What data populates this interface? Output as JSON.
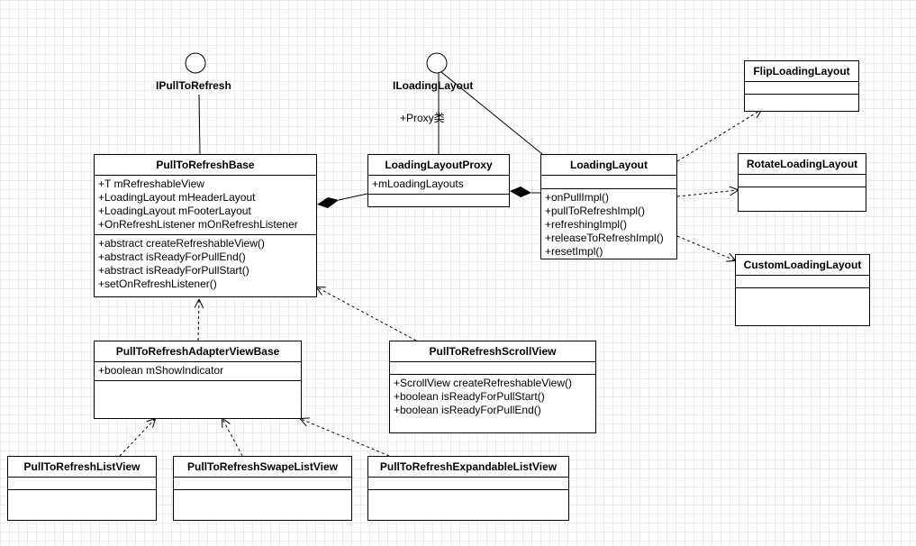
{
  "interfaces": [
    {
      "id": "ipulltorefresh",
      "name": "IPullToRefresh"
    },
    {
      "id": "iloadinglayout",
      "name": "ILoadingLayout"
    }
  ],
  "association_labels": {
    "proxy": "+Proxy类"
  },
  "classes": [
    {
      "id": "pulltorefreshbase",
      "name": "PullToRefreshBase",
      "attributes": [
        "+T mRefreshableView",
        "+LoadingLayout mHeaderLayout",
        "+LoadingLayout mFooterLayout",
        "+OnRefreshListener mOnRefreshListener"
      ],
      "operations": [
        "+abstract createRefreshableView()",
        "+abstract isReadyForPullEnd()",
        "+abstract isReadyForPullStart()",
        "+setOnRefreshListener()"
      ]
    },
    {
      "id": "loadinglayoutproxy",
      "name": "LoadingLayoutProxy",
      "attributes": [
        "+mLoadingLayouts"
      ],
      "operations": []
    },
    {
      "id": "loadinglayout",
      "name": "LoadingLayout",
      "attributes": [],
      "operations": [
        "+onPullImpl()",
        "+pullToRefreshImpl()",
        "+refreshingImpl()",
        "+releaseToRefreshImpl()",
        "+resetImpl()"
      ]
    },
    {
      "id": "fliploadinglayout",
      "name": "FlipLoadingLayout",
      "attributes": [],
      "operations": []
    },
    {
      "id": "rotateloadinglayout",
      "name": "RotateLoadingLayout",
      "attributes": [],
      "operations": []
    },
    {
      "id": "customloadinglayout",
      "name": "CustomLoadingLayout",
      "attributes": [],
      "operations": []
    },
    {
      "id": "pulltorefreshadapterviewbase",
      "name": "PullToRefreshAdapterViewBase",
      "attributes": [
        "+boolean mShowIndicator"
      ],
      "operations": []
    },
    {
      "id": "pulltorefreshscrollview",
      "name": "PullToRefreshScrollView",
      "attributes": [],
      "operations": [
        "+ScrollView createRefreshableView()",
        "+boolean isReadyForPullStart()",
        "+boolean isReadyForPullEnd()"
      ]
    },
    {
      "id": "pulltorefreshlistview",
      "name": "PullToRefreshListView",
      "attributes": [],
      "operations": []
    },
    {
      "id": "pulltorefreshswapelistview",
      "name": "PullToRefreshSwapeListView",
      "attributes": [],
      "operations": []
    },
    {
      "id": "pulltorefreshexpandablelistview",
      "name": "PullToRefreshExpandableListView",
      "attributes": [],
      "operations": []
    }
  ]
}
